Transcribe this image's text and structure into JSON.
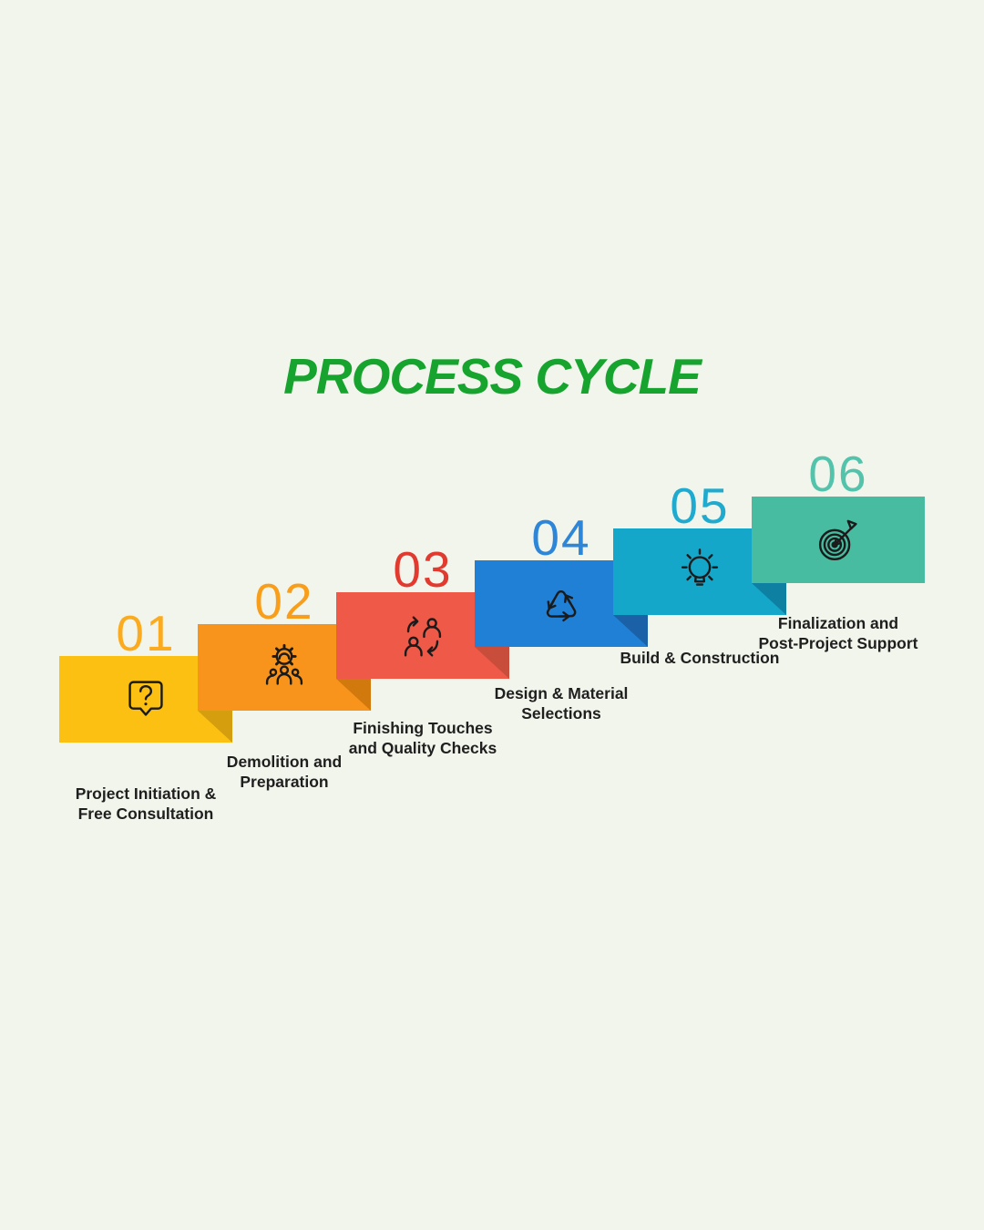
{
  "background": "#f2f5ec",
  "title": {
    "text": "PROCESS CYCLE",
    "color": "#16a42e"
  },
  "steps": [
    {
      "number": "01",
      "number_color": "#fbab1f",
      "box_color": "#fcc013",
      "fold_color": "#d49e0e",
      "icon": "question-speech-bubble-icon",
      "label_lines": [
        "Project Initiation &",
        "Free Consultation"
      ]
    },
    {
      "number": "02",
      "number_color": "#f89e1b",
      "box_color": "#f8941c",
      "fold_color": "#d2790e",
      "icon": "team-gear-icon",
      "label_lines": [
        "Demolition and",
        "Preparation"
      ]
    },
    {
      "number": "03",
      "number_color": "#e23a2e",
      "box_color": "#ef5a48",
      "fold_color": "#c94d3b",
      "icon": "people-swap-icon",
      "label_lines": [
        "Finishing Touches",
        "and Quality Checks"
      ]
    },
    {
      "number": "04",
      "number_color": "#2e86d8",
      "box_color": "#1f80d5",
      "fold_color": "#1b61a8",
      "icon": "recycle-icon",
      "label_lines": [
        "Design & Material",
        "Selections"
      ]
    },
    {
      "number": "05",
      "number_color": "#1fabd0",
      "box_color": "#14a7ca",
      "fold_color": "#0e81a2",
      "icon": "lightbulb-icon",
      "label_lines": [
        "Build & Construction"
      ]
    },
    {
      "number": "06",
      "number_color": "#54c3ab",
      "box_color": "#47bca0",
      "fold_color": "#2f9a82",
      "icon": "target-dart-icon",
      "label_lines": [
        "Finalization and",
        "Post-Project Support"
      ]
    }
  ]
}
